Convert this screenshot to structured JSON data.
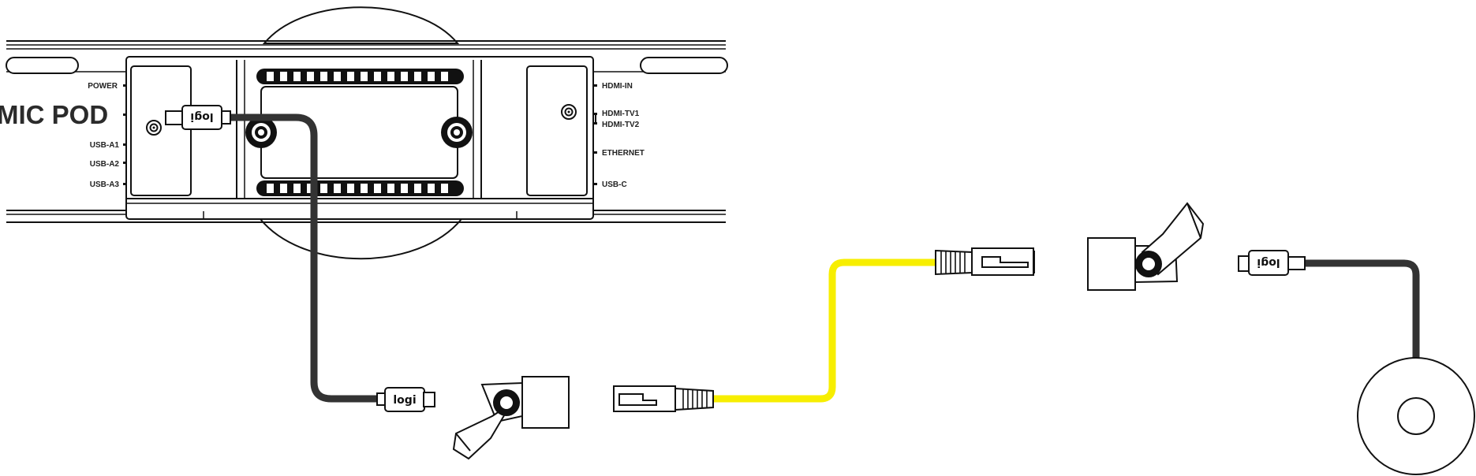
{
  "diagram": {
    "device_label": "MIC POD",
    "ports_left": [
      "POWER",
      "USB-A1",
      "USB-A2",
      "USB-A3"
    ],
    "ports_right": [
      "HDMI-IN",
      "HDMI-TV1",
      "HDMI-TV2",
      "ETHERNET",
      "USB-C"
    ],
    "logo_text": "logi",
    "colors": {
      "usb_cable": "#333333",
      "ethernet_cable": "#f7ee00",
      "outline": "#111111"
    }
  }
}
